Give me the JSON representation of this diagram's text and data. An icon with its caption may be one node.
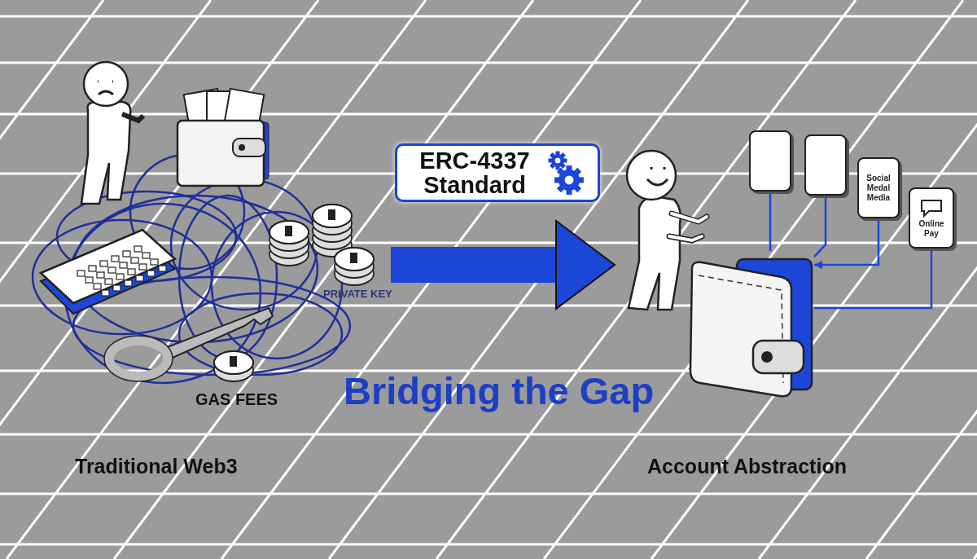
{
  "diagram": {
    "nodes": [
      {
        "text": [],
        "shape": "picture"
      },
      {
        "text": [
          "ERC-4337 Standard"
        ]
      },
      {
        "text": [],
        "shape": "person"
      },
      {
        "text": [],
        "shape": "picture"
      },
      {
        "text": [],
        "shape": "box"
      },
      {
        "text": [],
        "shape": "box"
      },
      {
        "text": [
          "Social Medal Media"
        ]
      },
      {
        "text": [
          "Online Pay"
        ]
      }
    ],
    "edges": [
      {
        "from": 0,
        "to": 2,
        "arrow": "to",
        "style": "thick"
      },
      {
        "from": 4,
        "to": 3,
        "arrow": "none"
      },
      {
        "from": 5,
        "to": 3,
        "arrow": "none"
      },
      {
        "from": 6,
        "to": 3,
        "arrow": "to"
      },
      {
        "from": 7,
        "to": 3,
        "arrow": "none"
      }
    ],
    "labels": [
      "PRIVATE KEY",
      "GAS FEES",
      "Bridging the Gap",
      "Traditional Web3",
      "Account Abstraction"
    ]
  }
}
